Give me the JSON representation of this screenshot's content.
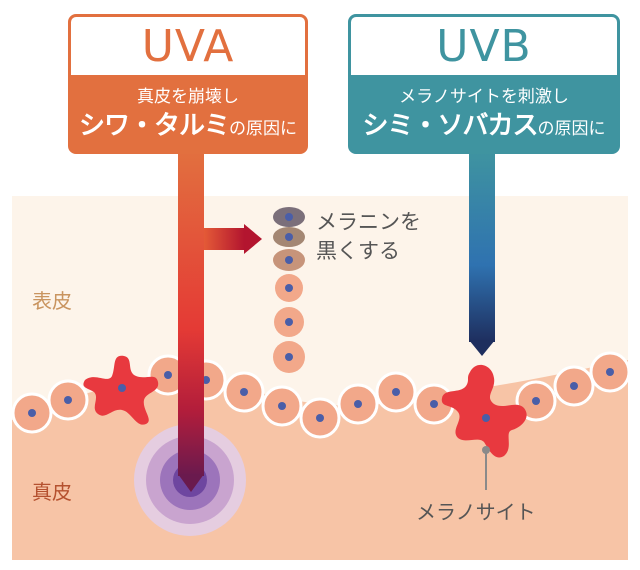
{
  "cards": {
    "uva": {
      "title": "UVA",
      "line1": "真皮を崩壊し",
      "strong": "シワ・タルミ",
      "suffix": "の原因に",
      "color": "#e2703f"
    },
    "uvb": {
      "title": "UVB",
      "line1": "メラノサイトを刺激し",
      "strong": "シミ・ソバカス",
      "suffix": "の原因に",
      "color": "#3f94a0"
    }
  },
  "labels": {
    "epidermis": "表皮",
    "dermis": "真皮",
    "melanin_line1": "メラニンを",
    "melanin_line2": "黒くする",
    "melanocyte": "メラノサイト"
  },
  "colors": {
    "epidermis_bg": "#fdf4ea",
    "dermis_bg": "#f7c4a6",
    "cell_fill": "#f2a88a",
    "cell_nucleus": "#4a5ea8",
    "melanocyte": "#e8393f",
    "epidermis_text": "#c9945f",
    "dermis_text": "#b5512f"
  }
}
